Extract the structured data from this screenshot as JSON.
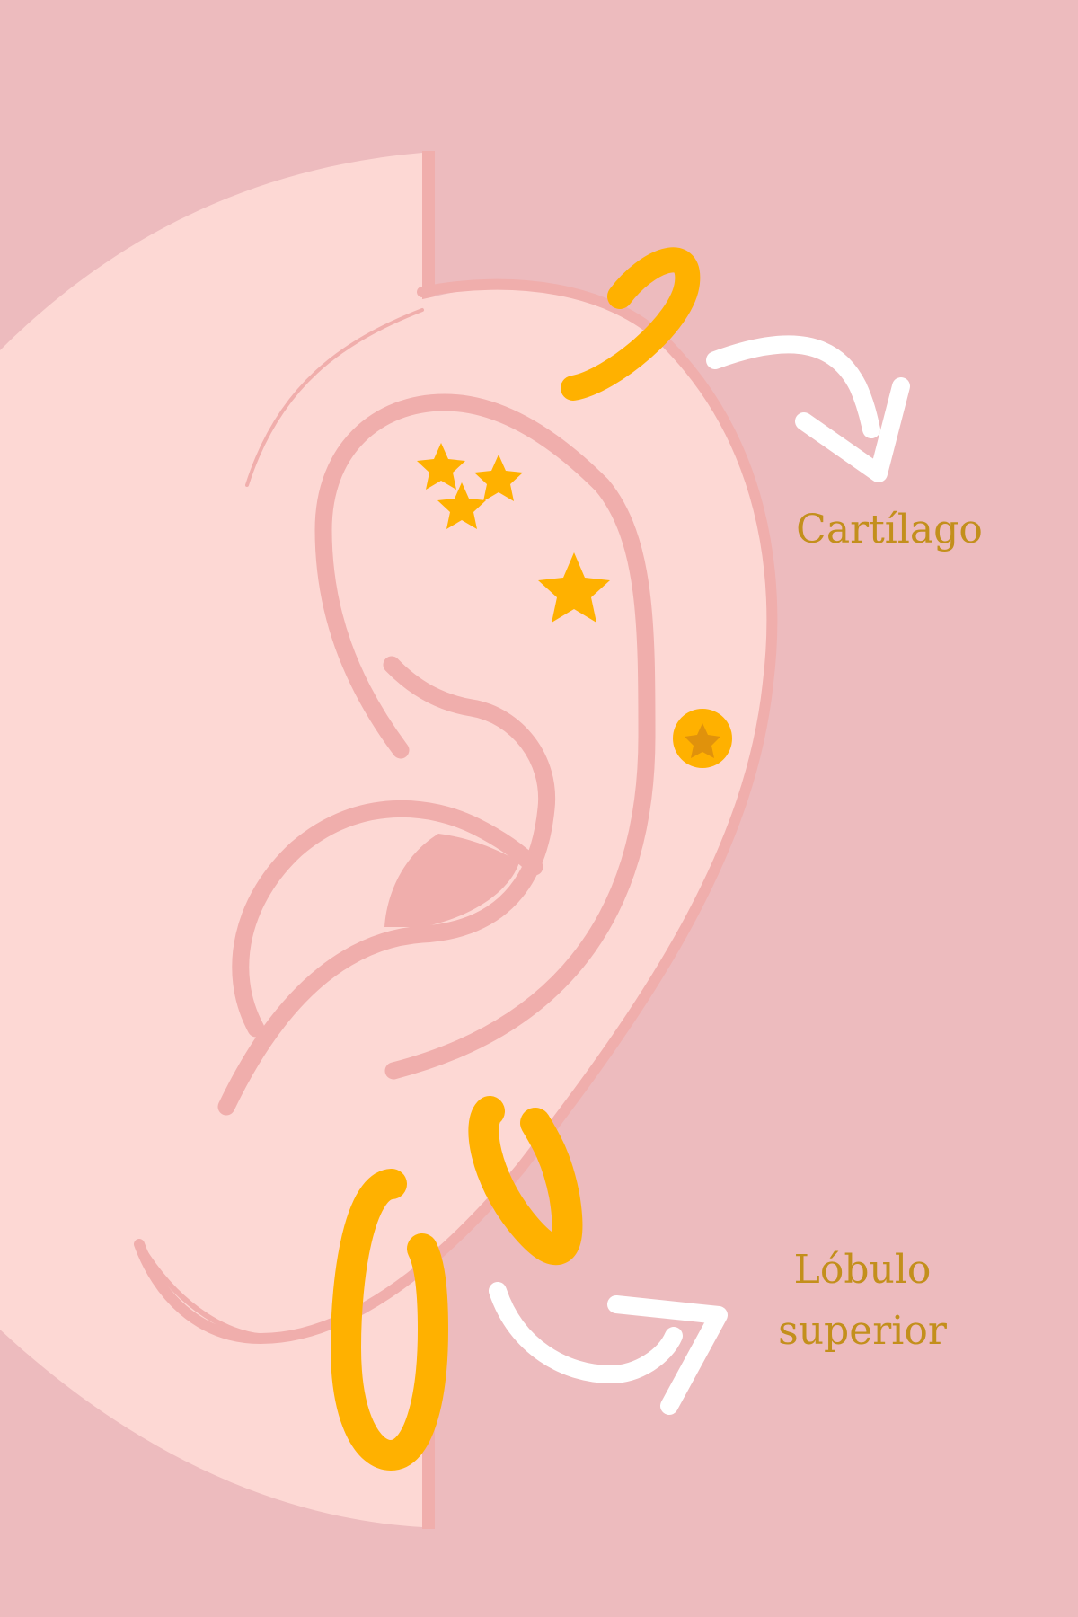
{
  "illustration": {
    "subject": "ear piercing placements",
    "colors": {
      "background": "#EDBBBE",
      "skin": "#FDD8D4",
      "outline": "#F0AEAC",
      "jewelry_gold": "#FFB100",
      "jewelry_dark_star": "#E0920C",
      "arrow": "#FFFFFF",
      "label_text": "#C38F1C"
    }
  },
  "labels": {
    "cartilage": "Cartílago",
    "lobe_line1": "Lóbulo",
    "lobe_line2": "superior"
  },
  "jewelry": [
    {
      "type": "hoop",
      "placement": "helix"
    },
    {
      "type": "star-studs",
      "placement": "upper cartilage",
      "count": 4
    },
    {
      "type": "round-stud-with-star",
      "placement": "mid helix"
    },
    {
      "type": "hoop",
      "placement": "upper lobe"
    },
    {
      "type": "hoop",
      "placement": "lobe"
    }
  ],
  "arrows": [
    {
      "points_to": "cartilage"
    },
    {
      "points_to": "upper lobe"
    }
  ]
}
